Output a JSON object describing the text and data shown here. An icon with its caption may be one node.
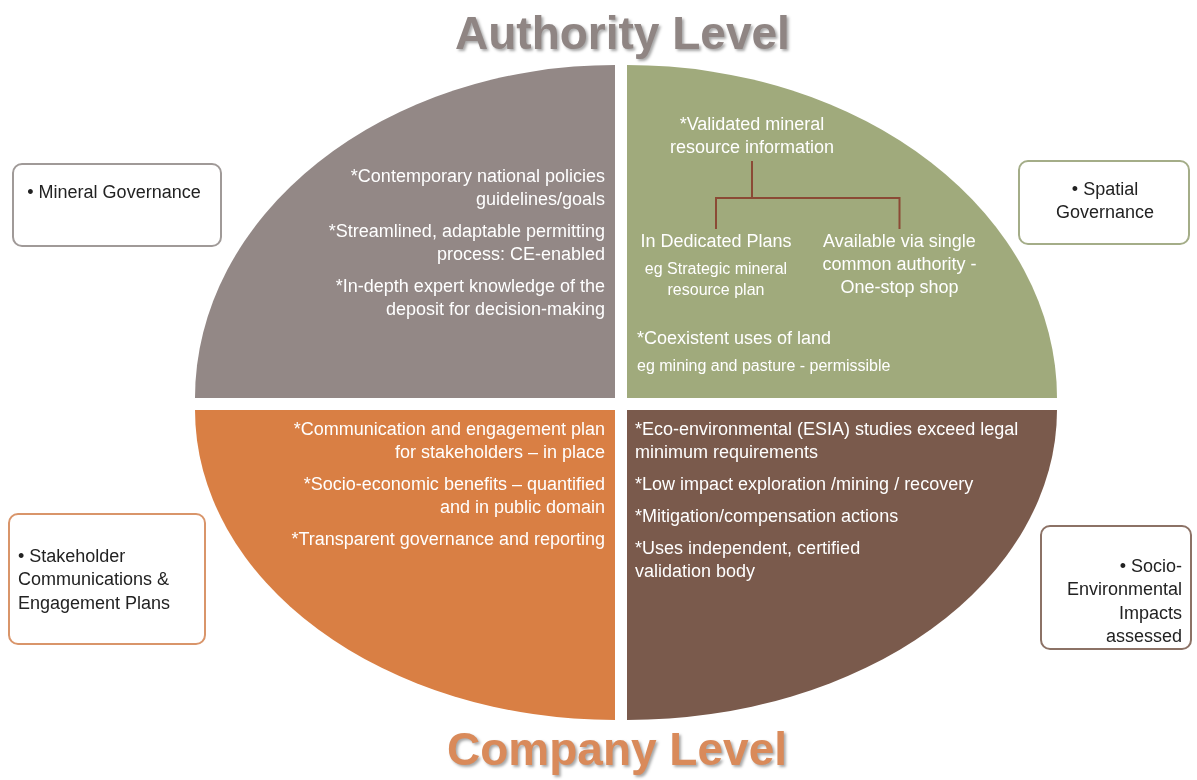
{
  "diagram": {
    "nodes": [
      {
        "text": [
          "*Contemporary national policies guidelines/goals",
          "*Streamlined, adaptable permitting process: CE-enabled",
          "*In-depth expert knowledge of the deposit for decision-making"
        ]
      },
      {
        "text": [
          "*Coexistent uses of land",
          "eg mining and pasture - permissible"
        ]
      },
      {
        "text": [
          "*Validated mineral resource information"
        ],
        "in": 1
      },
      {
        "text": [
          "In Dedicated Plans",
          "eg Strategic mineral resource plan"
        ],
        "in": 1
      },
      {
        "text": [
          "Available via single common authority - One-stop shop"
        ],
        "in": 1
      },
      {
        "text": [
          "*Communication and engagement plan for stakeholders – in place",
          "*Socio-economic benefits – quantified and in public domain",
          "*Transparent governance and reporting"
        ]
      },
      {
        "text": [
          "*Eco-environmental (ESIA) studies exceed legal minimum requirements",
          "*Low impact exploration /mining / recovery",
          "*Mitigation/compensation actions",
          "*Uses independent, certified validation body"
        ]
      },
      {
        "text": [
          "• Mineral Governance"
        ]
      },
      {
        "text": [
          "• Spatial Governance"
        ]
      },
      {
        "text": [
          "• Stakeholder Communications & Engagement Plans"
        ]
      },
      {
        "text": [
          "• Socio-Environmental Impacts assessed"
        ]
      }
    ],
    "edges": [
      {
        "from": 2,
        "to": 3,
        "arrow": "none"
      },
      {
        "from": 2,
        "to": 4,
        "arrow": "none"
      }
    ],
    "labels": [
      "Authority Level",
      "Company Level"
    ]
  }
}
